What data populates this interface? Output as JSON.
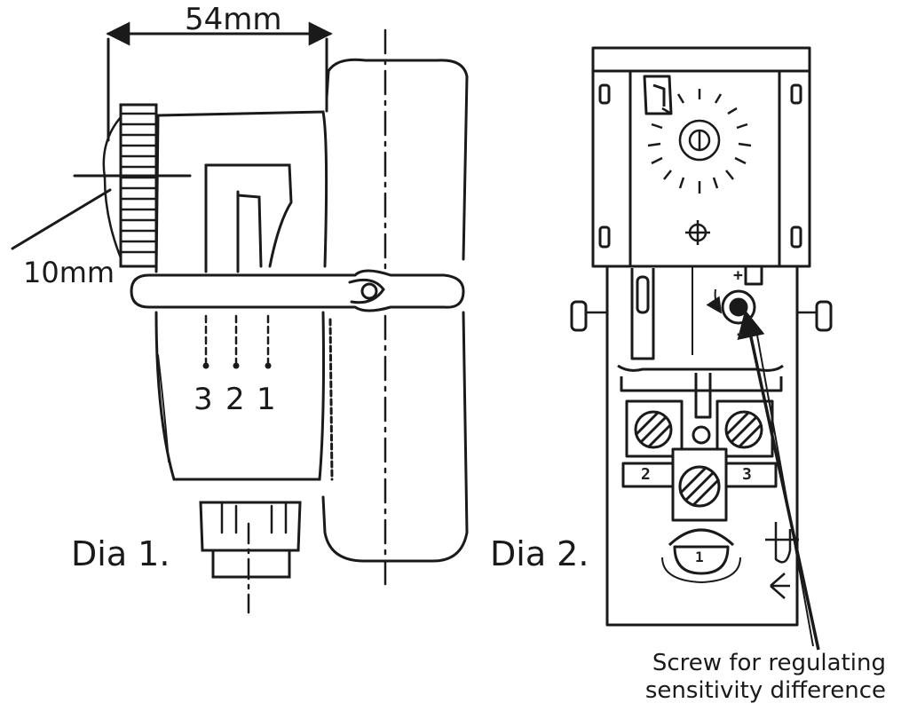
{
  "dia1": {
    "caption": "Dia 1.",
    "width_dimension": "54mm",
    "knob_dimension": "10mm",
    "terminals": [
      "3",
      "2",
      "1"
    ]
  },
  "dia2": {
    "caption": "Dia 2.",
    "terminal_labels": {
      "left": "2",
      "center": "1",
      "right": "3"
    },
    "adjust_signs": {
      "plus": "+",
      "minus": "-"
    },
    "annotation_line1": "Screw for regulating",
    "annotation_line2": "sensitivity difference"
  },
  "colors": {
    "ink": "#1a1a1a",
    "paper": "#ffffff"
  }
}
